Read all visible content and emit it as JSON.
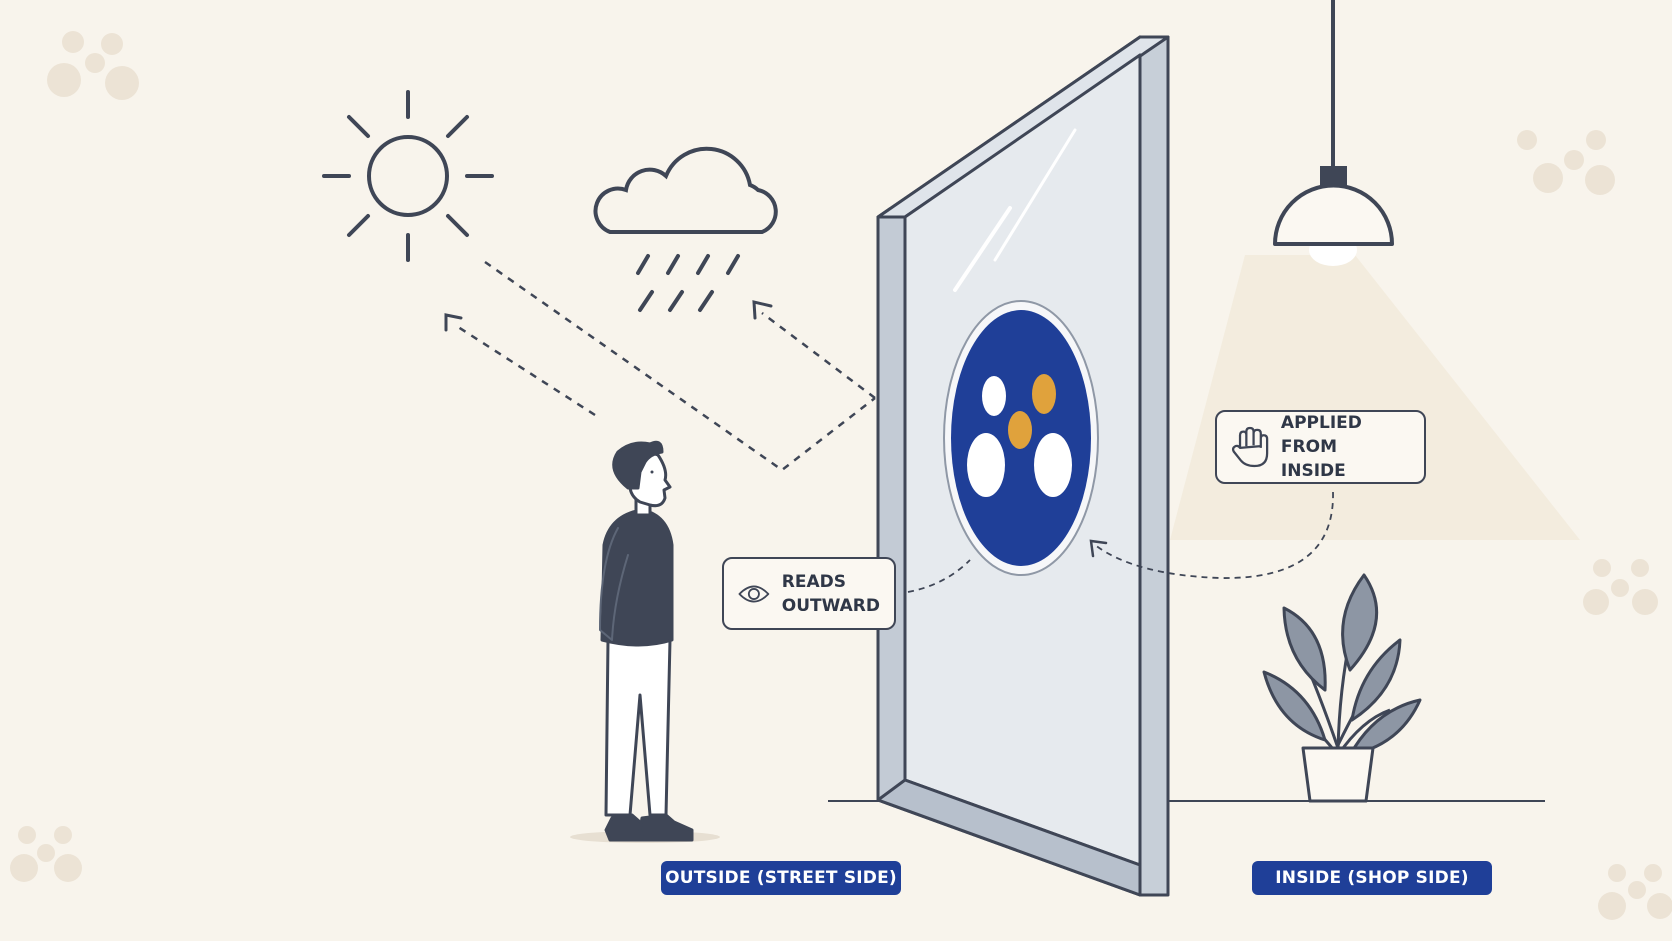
{
  "callouts": {
    "applied": {
      "line1": "APPLIED FROM",
      "line2": "INSIDE",
      "icon": "hand-icon"
    },
    "reads": {
      "line1": "READS",
      "line2": "OUTWARD",
      "icon": "eye-icon"
    }
  },
  "labels": {
    "outside": "OUTSIDE (STREET SIDE)",
    "inside": "INSIDE (SHOP SIDE)"
  },
  "colors": {
    "background": "#f8f4ec",
    "ink": "#3f4656",
    "brand_blue": "#1f3f98",
    "accent_orange": "#e0a23c",
    "paw_beige": "#ece3d5",
    "glass": "#e6eaee"
  },
  "icons": [
    "sun-icon",
    "rain-cloud-icon",
    "pendant-lamp-icon",
    "plant-icon",
    "paw-print-icon",
    "decal-logo"
  ]
}
